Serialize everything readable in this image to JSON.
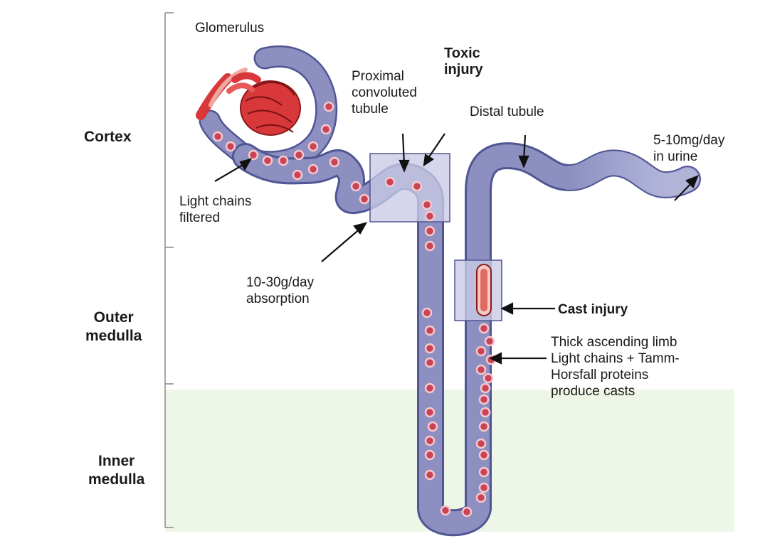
{
  "diagram": {
    "regions": {
      "cortex": "Cortex",
      "outer_medulla": [
        "Outer",
        "medulla"
      ],
      "inner_medulla": [
        "Inner",
        "medulla"
      ]
    },
    "labels": {
      "glomerulus": "Glomerulus",
      "proximal": [
        "Proximal",
        "convoluted",
        "tubule"
      ],
      "toxic": [
        "Toxic",
        "injury"
      ],
      "distal": "Distal tubule",
      "urine": [
        "5-10mg/day",
        "in urine"
      ],
      "filtered": [
        "Light chains",
        "filtered"
      ],
      "absorption": [
        "10-30g/day",
        "absorption"
      ],
      "cast": "Cast injury",
      "limb": [
        "Thick ascending limb",
        "Light chains + Tamm-",
        "Horsfall proteins",
        "produce casts"
      ]
    },
    "colors": {
      "tubule_fill": "#8c8fc0",
      "tubule_stroke": "#505694",
      "light_chain": "#c94456",
      "glomerulus": "#d8383a",
      "box_fill": "#c9cbe6",
      "inner_medulla_tint": "#eef6e8",
      "background": "#ffffff"
    }
  }
}
